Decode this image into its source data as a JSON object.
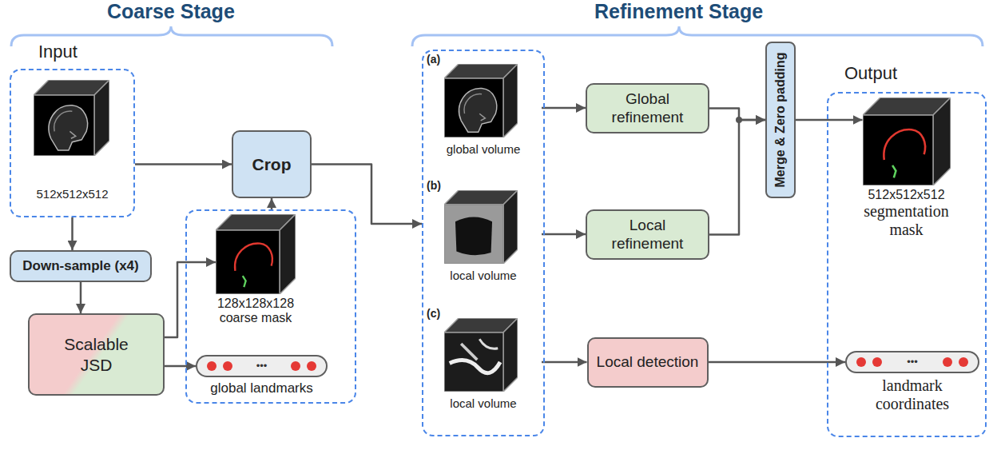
{
  "diagram": {
    "nodes": [
      {
        "text": [
          "Input",
          "512x512x512"
        ]
      },
      {
        "text": [
          "Crop"
        ]
      },
      {
        "text": [
          "Down-sample (x4)"
        ]
      },
      {
        "text": [
          "Scalable JSD"
        ]
      },
      {
        "text": []
      },
      {
        "text": [
          "128x128x128",
          "coarse mask"
        ],
        "in": 4
      },
      {
        "text": [
          "•••",
          "global landmarks"
        ],
        "in": 4
      },
      {
        "text": []
      },
      {
        "text": [
          "(a)",
          "global volume"
        ],
        "in": 7
      },
      {
        "text": [
          "(b)",
          "local volume"
        ],
        "in": 7
      },
      {
        "text": [
          "(c)",
          "local volume"
        ],
        "in": 7
      },
      {
        "text": [
          "Global refinement"
        ]
      },
      {
        "text": [
          "Local refinement"
        ]
      },
      {
        "text": [
          "Local detection"
        ]
      },
      {
        "text": [
          "Merge & Zero padding"
        ]
      },
      {
        "text": [
          "Output"
        ]
      },
      {
        "text": [
          "512x512x512",
          "segmentation mask"
        ],
        "in": 15
      },
      {
        "text": [
          "•••",
          "landmark coordinates"
        ],
        "in": 15
      }
    ],
    "edges": [
      {
        "from": 0,
        "to": 1,
        "arrow": "to"
      },
      {
        "from": 0,
        "to": 2,
        "arrow": "to"
      },
      {
        "from": 2,
        "to": 3,
        "arrow": "to"
      },
      {
        "from": 3,
        "to": 5,
        "arrow": "to"
      },
      {
        "from": 3,
        "to": 6,
        "arrow": "to"
      },
      {
        "from": 4,
        "to": 1,
        "arrow": "to"
      },
      {
        "from": 1,
        "to": 7,
        "arrow": "to"
      },
      {
        "from": 8,
        "to": 11,
        "arrow": "to"
      },
      {
        "from": 9,
        "to": 12,
        "arrow": "to"
      },
      {
        "from": 10,
        "to": 13,
        "arrow": "to"
      },
      {
        "from": 11,
        "to": 14,
        "arrow": "to"
      },
      {
        "from": 12,
        "to": 14,
        "arrow": "to"
      },
      {
        "from": 14,
        "to": 16,
        "arrow": "to"
      },
      {
        "from": 13,
        "to": 17,
        "arrow": "to"
      }
    ],
    "labels": [
      "Coarse Stage",
      "Refinement Stage"
    ]
  }
}
